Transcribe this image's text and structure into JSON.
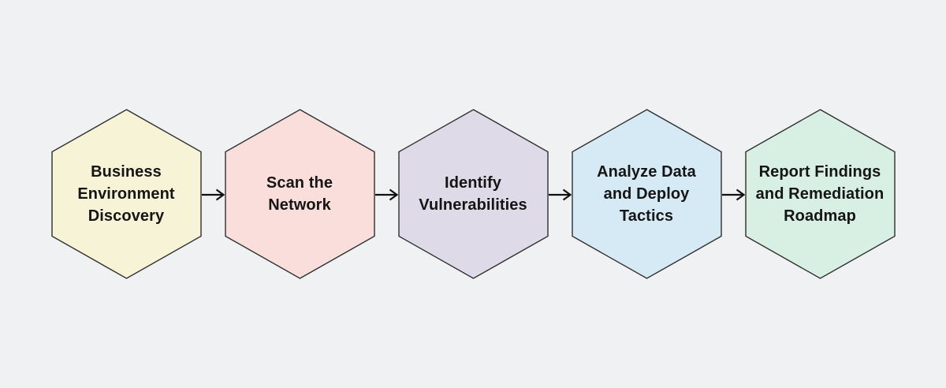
{
  "diagram": {
    "type": "flowchart",
    "direction": "left-to-right",
    "node_shape": "hexagon",
    "connector": "arrow-right",
    "colors": {
      "background": "#eff1f3",
      "node_border": "#2e2e2e",
      "arrow": "#111111",
      "text": "#151515"
    },
    "steps": [
      {
        "label": "Business\nEnvironment\nDiscovery",
        "fill": "#f7f3d6"
      },
      {
        "label": "Scan the\nNetwork",
        "fill": "#f9dedb"
      },
      {
        "label": "Identify\nVulnerabilities",
        "fill": "#dedae8"
      },
      {
        "label": "Analyze Data\nand Deploy\nTactics",
        "fill": "#d5eaf5"
      },
      {
        "label": "Report Findings\nand Remediation\nRoadmap",
        "fill": "#d8efe3"
      }
    ]
  }
}
